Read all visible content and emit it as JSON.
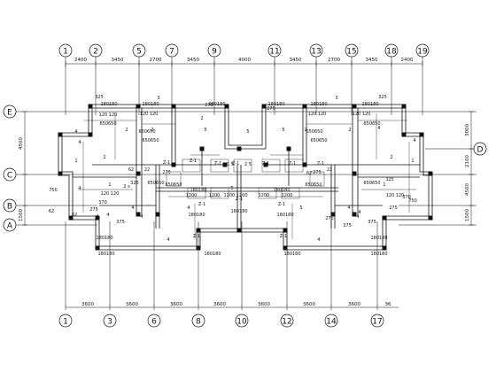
{
  "axes": {
    "top": [
      "1",
      "2",
      "5",
      "7",
      "9",
      "11",
      "13",
      "15",
      "18",
      "19"
    ],
    "bottom": [
      "1",
      "3",
      "6",
      "8",
      "10",
      "12",
      "14",
      "17"
    ],
    "left": [
      "E",
      "C",
      "B",
      "A"
    ],
    "right": [
      "D"
    ]
  },
  "dimensions": {
    "top": [
      "2400",
      "3450",
      "2700",
      "3450",
      "4000",
      "3450",
      "2700",
      "3450",
      "2400"
    ],
    "bottom": [
      "3600",
      "3600",
      "3600",
      "3600",
      "3600",
      "3600",
      "3600",
      "36"
    ],
    "left": [
      "4500",
      "1500"
    ],
    "right": [
      "3000",
      "2100",
      "4500",
      "1500"
    ]
  },
  "annotations": {
    "grade_beam": "Z-1",
    "column_size": "180180",
    "beam_pair": "650650",
    "beam_pair_b": "120 120",
    "bay": "1200",
    "bay_pair": "1200 1200",
    "rebar_a": "275",
    "rebar_b": "375",
    "rebar_c": "370",
    "rebar_d": "325",
    "rebar_e": "750",
    "tag_62": "62",
    "tag_22": "22",
    "mark_1": "1",
    "mark_2": "2",
    "mark_3": "3",
    "mark_4": "4",
    "mark_5": "5",
    "mark_2ss": "2 s",
    "mark_25": "2 5",
    "mark_15": "1 5"
  },
  "colors": {
    "line": "#111111",
    "background": "#ffffff"
  }
}
